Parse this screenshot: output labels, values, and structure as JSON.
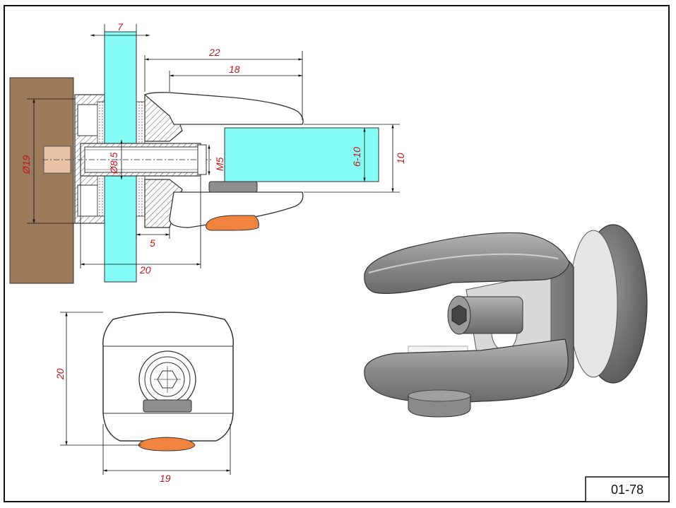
{
  "drawing_code": "01-78",
  "dimensions": {
    "glass_thickness": "7",
    "overall_length": "22",
    "clamp_depth": "18",
    "rosette_diameter": "Ø19",
    "bolt_diameter": "Ø8,5",
    "screw_thread": "M5",
    "glass_range": "6-10",
    "jaw_opening": "10",
    "base_offset": "5",
    "bolt_length": "20",
    "front_height": "20",
    "front_width": "19"
  },
  "colors": {
    "wall": "#9c7a5a",
    "glass": "#85fcf6",
    "body": "#ffffff",
    "gasket_orange": "#f0843e",
    "gasket_grey": "#8f8f8f",
    "dimension_text": "#c0161c",
    "metal_3d": "#8c8c8c"
  }
}
